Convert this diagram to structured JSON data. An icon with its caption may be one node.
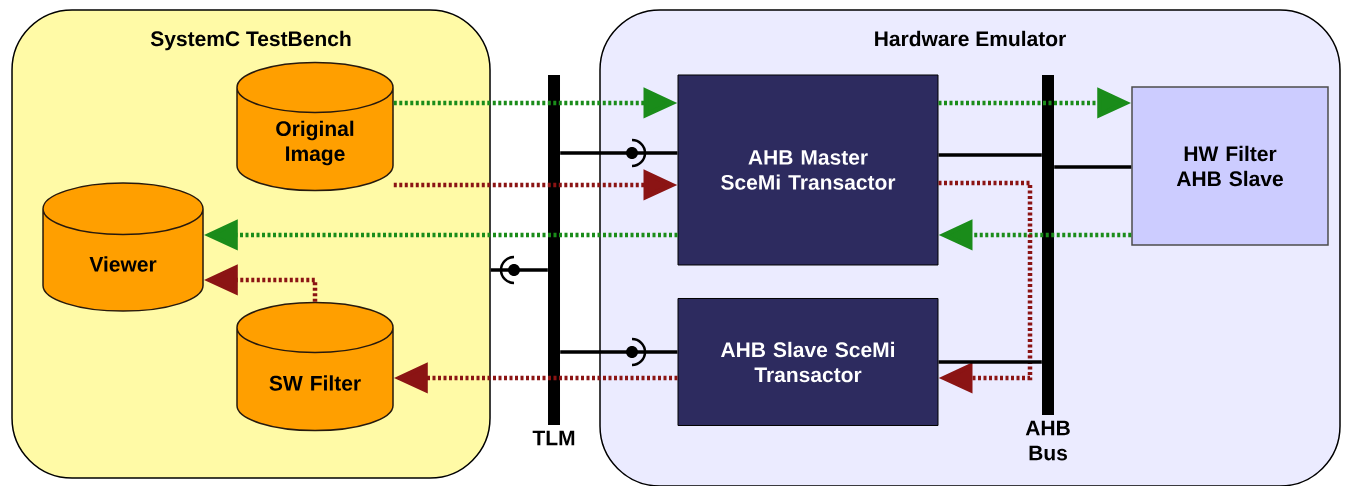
{
  "diagram": {
    "nodes": [
      {
        "text": [
          "SystemC TestBench"
        ]
      },
      {
        "text": [
          "Original Image"
        ],
        "in": 0
      },
      {
        "text": [
          "Viewer"
        ],
        "in": 0
      },
      {
        "text": [
          "SW Filter"
        ],
        "in": 0
      },
      {
        "text": [
          "Hardware Emulator"
        ]
      },
      {
        "text": [
          "AHB Master SceMi Transactor"
        ],
        "in": 4
      },
      {
        "text": [
          "AHB Slave SceMi Transactor"
        ],
        "in": 4
      },
      {
        "text": [
          "HW Filter AHB Slave"
        ],
        "in": 4
      },
      {
        "text": [
          "TLM"
        ]
      },
      {
        "text": [
          "AHB Bus"
        ],
        "in": 4
      }
    ],
    "edges": [
      {
        "from": 1,
        "to": 5,
        "arrow": "to",
        "style": "dashed",
        "color": "#1a8c1a"
      },
      {
        "from": 1,
        "to": 5,
        "arrow": "to",
        "style": "dashed",
        "color": "#8b1414"
      },
      {
        "from": 5,
        "to": 2,
        "arrow": "to",
        "style": "dashed",
        "color": "#1a8c1a"
      },
      {
        "from": 3,
        "to": 2,
        "arrow": "to",
        "style": "dashed",
        "color": "#8b1414"
      },
      {
        "from": 5,
        "to": 7,
        "arrow": "to",
        "style": "dashed",
        "color": "#1a8c1a"
      },
      {
        "from": 7,
        "to": 5,
        "arrow": "to",
        "style": "dashed",
        "color": "#1a8c1a"
      },
      {
        "from": 5,
        "to": 6,
        "arrow": "to",
        "style": "dashed",
        "color": "#8b1414"
      },
      {
        "from": 6,
        "to": 3,
        "arrow": "to",
        "style": "dashed",
        "color": "#8b1414"
      },
      {
        "from": 8,
        "to": 5,
        "arrow": "none"
      },
      {
        "from": 0,
        "to": 8,
        "arrow": "none"
      },
      {
        "from": 8,
        "to": 6,
        "arrow": "none"
      },
      {
        "from": 5,
        "to": 9,
        "arrow": "none"
      },
      {
        "from": 9,
        "to": 7,
        "arrow": "none"
      },
      {
        "from": 6,
        "to": 9,
        "arrow": "none"
      }
    ]
  }
}
